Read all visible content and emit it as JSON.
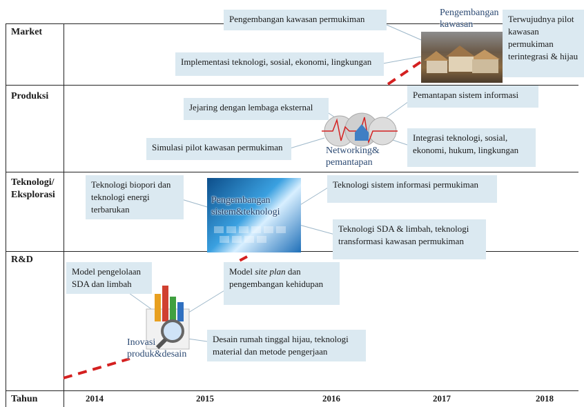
{
  "rows": {
    "market": "Market",
    "produksi": "Produksi",
    "teknologi_line1": "Teknologi/",
    "teknologi_line2": "Eksplorasi",
    "rnd": "R&D",
    "tahun": "Tahun"
  },
  "years": [
    "2014",
    "2015",
    "2016",
    "2017",
    "2018"
  ],
  "stages": {
    "inovasi": "Inovasi produk&desain",
    "pengembangan_sistem": "Pengembangan sistem&teknologi",
    "networking": "Networking& pemantapan",
    "pengembangan_kawasan": "Pengembangan kawasan"
  },
  "callouts": {
    "model_sda": "Model pengelolaan SDA dan limbah",
    "model_siteplan_1": "Model ",
    "model_siteplan_em": "site plan",
    "model_siteplan_2": " dan pengembangan kehidupan",
    "desain_rumah": "Desain rumah tinggal hijau, teknologi material dan metode pengerjaan",
    "biopori": "Teknologi biopori dan teknologi energi terbarukan",
    "sistem_info": "Teknologi sistem informasi permukiman",
    "sda_limbah": "Teknologi SDA & limbah, teknologi transformasi kawasan permukiman",
    "simulasi": "Simulasi pilot kawasan permukiman",
    "jejaring": "Jejaring dengan lembaga eksternal",
    "pemantapan": "Pemantapan sistem informasi",
    "integrasi": "Integrasi teknologi, sosial, ekonomi, hukum, lingkungan",
    "implementasi": "Implementasi teknologi, sosial, ekonomi, lingkungan",
    "pengembangan_permukiman": "Pengembangan kawasan permukiman",
    "terwujudnya": "Terwujudnya pilot kawasan permukiman terintegrasi & hijau"
  },
  "colors": {
    "callout_bg": "#dbe9f1",
    "trend_line": "#d42020",
    "grid": "#222222"
  }
}
